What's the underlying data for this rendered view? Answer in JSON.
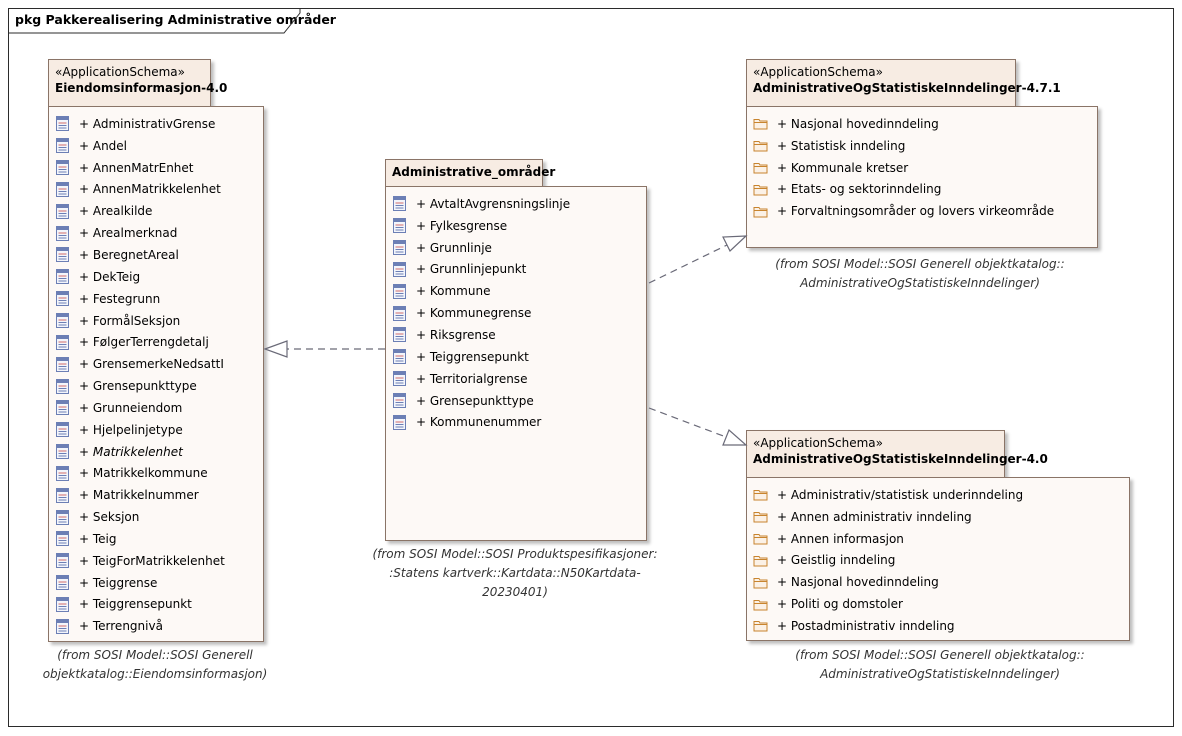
{
  "frame": {
    "title": "pkg Pakkerealisering Administrative områder"
  },
  "left_package": {
    "stereotype": "«ApplicationSchema»",
    "name": "Eiendomsinformasjon-4.0",
    "items": [
      {
        "label": "+ AdministrativGrense",
        "italic": false
      },
      {
        "label": "+ Andel",
        "italic": false
      },
      {
        "label": "+ AnnenMatrEnhet",
        "italic": false
      },
      {
        "label": "+ AnnenMatrikkelenhet",
        "italic": false
      },
      {
        "label": "+ Arealkilde",
        "italic": false
      },
      {
        "label": "+ Arealmerknad",
        "italic": false
      },
      {
        "label": "+ BeregnetAreal",
        "italic": false
      },
      {
        "label": "+ DekTeig",
        "italic": false
      },
      {
        "label": "+ Festegrunn",
        "italic": false
      },
      {
        "label": "+ FormålSeksjon",
        "italic": false
      },
      {
        "label": "+ FølgerTerrengdetalj",
        "italic": false
      },
      {
        "label": "+ GrensemerkeNedsattI",
        "italic": false
      },
      {
        "label": "+ Grensepunkttype",
        "italic": false
      },
      {
        "label": "+ Grunneiendom",
        "italic": false
      },
      {
        "label": "+ Hjelpelinjetype",
        "italic": false
      },
      {
        "label": "+ Matrikkelenhet",
        "italic": true
      },
      {
        "label": "+ Matrikkelkommune",
        "italic": false
      },
      {
        "label": "+ Matrikkelnummer",
        "italic": false
      },
      {
        "label": "+ Seksjon",
        "italic": false
      },
      {
        "label": "+ Teig",
        "italic": false
      },
      {
        "label": "+ TeigForMatrikkelenhet",
        "italic": false
      },
      {
        "label": "+ Teiggrense",
        "italic": false
      },
      {
        "label": "+ Teiggrensepunkt",
        "italic": false
      },
      {
        "label": "+ Terrengnivå",
        "italic": false
      }
    ],
    "from_note": "(from SOSI Model::SOSI Generell\nobjektkatalog::Eiendomsinformasjon)"
  },
  "center_package": {
    "name": "Administrative_områder",
    "items": [
      {
        "label": "+ AvtaltAvgrensningslinje"
      },
      {
        "label": "+ Fylkesgrense"
      },
      {
        "label": "+ Grunnlinje"
      },
      {
        "label": "+ Grunnlinjepunkt"
      },
      {
        "label": "+ Kommune"
      },
      {
        "label": "+ Kommunegrense"
      },
      {
        "label": "+ Riksgrense"
      },
      {
        "label": "+ Teiggrensepunkt"
      },
      {
        "label": "+ Territorialgrense"
      },
      {
        "label": "+ Grensepunkttype"
      },
      {
        "label": "+ Kommunenummer"
      }
    ],
    "from_note": "(from SOSI Model::SOSI Produktspesifikasjoner:\n:Statens kartverk::Kartdata::N50Kartdata-\n20230401)"
  },
  "top_right_package": {
    "stereotype": "«ApplicationSchema»",
    "name": "AdministrativeOgStatistiskeInndelinger-4.7.1",
    "items": [
      {
        "label": "+ Nasjonal hovedinndeling"
      },
      {
        "label": "+ Statistisk inndeling"
      },
      {
        "label": "+ Kommunale kretser"
      },
      {
        "label": "+ Etats- og sektorinndeling"
      },
      {
        "label": "+ Forvaltningsområder og lovers virkeområde"
      }
    ],
    "from_note": "(from SOSI Model::SOSI Generell objektkatalog::\nAdministrativeOgStatistiskeInndelinger)"
  },
  "bottom_right_package": {
    "stereotype": "«ApplicationSchema»",
    "name": "AdministrativeOgStatistiskeInndelinger-4.0",
    "items": [
      {
        "label": "+ Administrativ/statistisk underinndeling"
      },
      {
        "label": "+ Annen administrativ inndeling"
      },
      {
        "label": "+ Annen informasjon"
      },
      {
        "label": "+ Geistlig inndeling"
      },
      {
        "label": "+ Nasjonal hovedinndeling"
      },
      {
        "label": "+ Politi og domstoler"
      },
      {
        "label": "+ Postadministrativ inndeling"
      }
    ],
    "from_note": "(from SOSI Model::SOSI Generell objektkatalog::\nAdministrativeOgStatistiskeInndelinger)"
  },
  "colors": {
    "package_fill": "#fdf9f6",
    "tab_fill": "#f7ece3",
    "package_border": "#8a7467",
    "class_icon": "#6c7fb5",
    "folder_icon": "#c8842e",
    "connector": "#6a6a78"
  },
  "icons": {
    "class_item": "class-icon",
    "package_item": "package-icon"
  }
}
